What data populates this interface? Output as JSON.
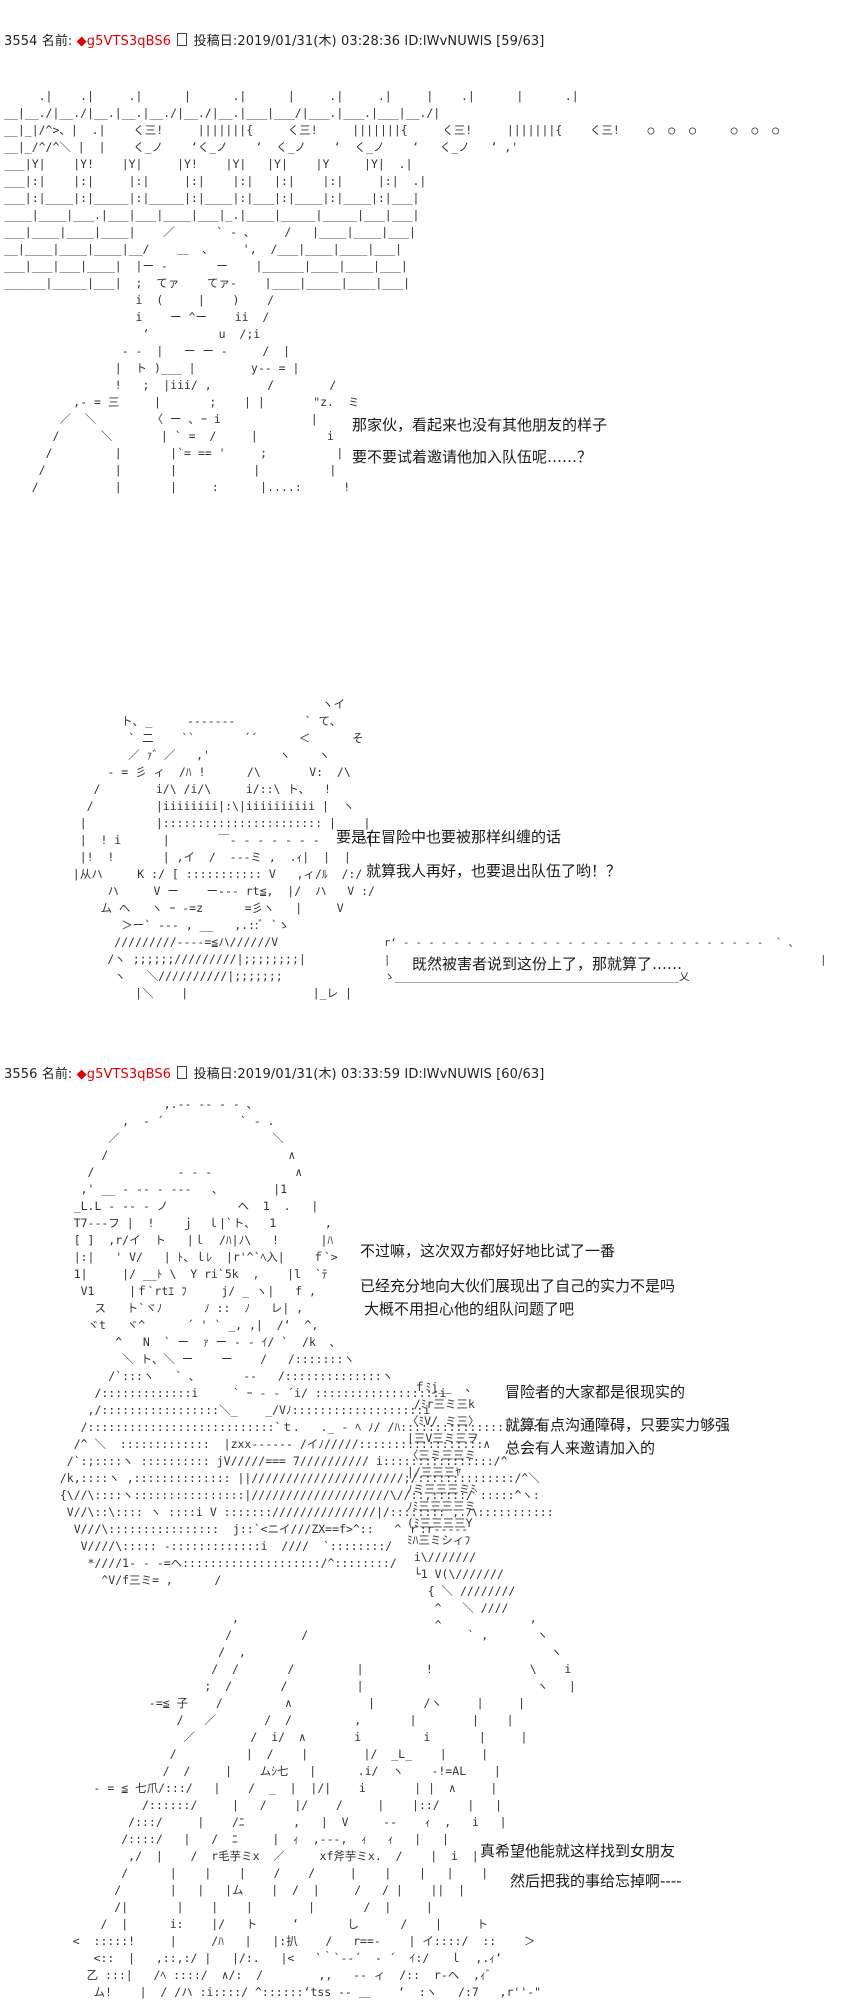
{
  "posts": [
    {
      "number": "3554",
      "name_label": "名前:",
      "trip_mark": "◆",
      "trip": "g5VTS3qBS6",
      "date_label": "投稿日:",
      "date": "2019/01/31(木) 03:28:36",
      "id": "ID:lWvNUWlS",
      "counter": "[59/63]",
      "art": [
        "     .|    .|     .|      |      .|      |     .|     .|     |    .|      |      .|",
        "__|__./|__./|__.|__.|__./|__./|__.|___|___/|___.|___.|___|__./|",
        "__|_|/^>、|  .|    く三!     |||||||{     く三!     |||||||{     く三!     |||||||{    く三!    ○  ○  ○     ○  ○  ○",
        "__|_/^/^＼ |  |    く_ノ    ‘く_ノ    ‘  く_ノ    ‘  く_ノ    ‘   く_ノ   ‘ ,'",
        "___|Y|    |Y!    |Y|     |Y!    |Y|   |Y|    |Y     |Y|  .|",
        "___|:|    |:|     |:|     |:|    |:|   |:|    |:|     |:|  .|",
        "___|:|____|:|_____|:|_____|:|____|:|___|:|____|:|____|:|___|",
        "____|____|___.|___|___|____|___|_.|____|_____|_____|___|___|",
        "___|____|____|____|    ／      ` ‐ ､     /   |____|____|___|",
        "__|____|____|____|__/    ＿  ､     ',  /___|____|____|___|",
        "___|___|___|____|  |ー ‐       ー    |______|____|____|___|",
        "______|_____|___|  ;  てァ    てァ-    |____|_____|____|___|",
        "                   i  (     |    )    /",
        "                   i    ー ^ー    ii  /",
        "                    ‘          u  /;i",
        "                 - -  |   ー ー ‐     /  |",
        "                |  ト )___ |        y‐‐ = |",
        "                !   ;  |iii/ ,        /        /",
        "          ,- = 三     |       ;    | |       \"z.  ミ",
        "        ／  ＼        〈 ー ､ ｰ i             |",
        "       /      ＼       | ` =  /     |          i",
        "      /         |       |`= == '     ;          |",
        "     /          |       |           |          |",
        "    /           |       |     :      |....:      !"
      ],
      "speech": [
        "那家伙，看起来也没有其他朋友的样子",
        "要不要试着邀请他加入队伍呢……？"
      ]
    },
    {
      "art": [
        "                                       ヽイ",
        "          ト､ _     ‐‐‐‐‐‐‐          ` て､",
        "           ` 二    ``       ´´      ＜      そ",
        "           ／ ｧ゛／   ,'          ヽ    ヽ",
        "        ‐ = 彡 ィ  /ﾊ !      /\\       V:  /\\",
        "      /        i/\\ /i/\\     i/::\\ ト、  !",
        "     /         |iiiiiiii|:\\|iiiiiiiiii |  ヽ",
        "    |          |::::::::::::::::::::::: |    |",
        "    |  ! i      |       ￣‐ ‐ ‐ ‐ ‐ ‐ ‐      ﾍ|   !",
        "    |!  !       | ,イ  /  ‐‐‐ミ ,  .ｨ|  |  |",
        "   |从ハ     K :/ [ ::::::::::: V   ,ィ/ﾙ  /:/",
        "        ハ     V ー    ー‐‐‐ rt≦,  |/  ハ   V :/",
        "       ム ヘ   ヽ ｰ ‐=z      =彡ヽ   |     V",
        "          ＞ー` ‐‐‐ , __   ,.::ﾞ `ゝ",
        "         /////////‐‐‐‐=≦ハ//////V",
        "        /ヽ ;;;;;;/////////|;;;;;;;;|",
        "         ヽ   ＼//////////|;;;;;;;",
        "            |＼    |                  |_レ |"
      ],
      "speech": [
        "要是在冒险中也要被那样纠缠的话",
        "就算我人再好，也要退出队伍了哟！？"
      ],
      "bubble_text": "既然被害者说到这份上了，那就算了……",
      "bubble_art": [
        "r‘ ‐ ‐ ‐ ‐ ‐ ‐ ‐ ‐ ‐ ‐ ‐ ‐ ‐ ‐ ‐ ‐ ‐ ‐ ‐ ‐ ‐ ‐ ‐ ‐ ‐ ‐ ‐ ‐ ‐  ` ､",
        "|                                                                    |",
        "ゝ_____________________________________________乂"
      ]
    },
    {
      "number": "3556",
      "name_label": "名前:",
      "trip_mark": "◆",
      "trip": "g5VTS3qBS6",
      "date_label": "投稿日:",
      "date": "2019/01/31(木) 03:33:59",
      "id": "ID:lWvNUWlS",
      "counter": "[60/63]",
      "art": [
        "                 ,.-‐ ‐‐ ‐ ‐ ､",
        "           ,  ‐ ´           ` ‐ .",
        "         ／                      ＼",
        "        /                          ∧",
        "      /            ‐ ‐ ‐            ∧",
        "     ,' __ - ‐‐ ‐ ‐‐‐   ､        |1",
        "    _L.L ‐ ‐‐ ‐ ノ          ヘ  1  .   |",
        "    T7‐‐‐フ |  !    ｊ  ｌ|`ト、  1       ,",
        "    [ ]  ,r/イ  ト   |ｌ  /ﾊ|ﾉ\\   !      |ﾊ",
        "    |:|   ' V/   | ﾄ、ｌﾚ  |r'^`ﾍ入|    ｆ`>",
        "    1|     |/ __ﾄ \\  Y ri`5k  ,    |l  `ﾃ",
        "     V1     |ｆ`rtｴ ﾌ     j/ _ ヽ|   f ,",
        "       ス   ト`ヾﾉ      ﾉ ::  ﾉ   レ| ,",
        "      ヾt   ヾ^      ´ ' ` _, ,|  /‘  ^,",
        "          ^   N  ` ー  ｧ ー ‐ ‐ ｲ/ `  /k  ､",
        "           ＼ ト、＼ ー    ー    /   /:::::::ヽ",
        "         /`:::ヽ   ` ､       ‐‐   /::::::::::::::ヽ",
        "       /:::::::::::::i     ` ｰ ‐ ‐ ´i/ ::::::::::::::::::i",
        "      ,/:::::::::::::::::＼_    _/Vﾉ:::::::::::::::::::i",
        "     /:::::::::::::::::::::::::::`ｔ.   ._ ‐ ﾍ ﾉ/ /ﾊ::::::::::::::::::::i",
        "    /^ ＼  :::::::::::::  |zxx‐‐‐‐‐‐ /イﾉ/////::::::::::::::::::∧",
        "   /`:;::::ヽ :::::::::: jV/////=== 7////////// i::::::::::::::::/^",
        "  /k,::::ヽ ,:::::::::::::: ||//////////////////////;/::::::::::::::/^＼",
        "  {\\//\\::::ヽ::::::::::::::::|////////////////////\\//::,:::::/`:::::^ヽ:",
        "   V//\\::\\:::: ヽ ::::i V :::::::///////////////|/:::::::: ,.ハ:::::::::::",
        "    V///\\::::::::::::::::  j::`<ニイ///ZX==f>^::   ^ ｒ:r‐‐‐‐‐",
        "     V////\\::::: ‐:::::::::::::i  ////  `::::::::/ ",
        "      *////1‐ ‐ ‐=ヘ::::::::::::::::::::/^::::::::/",
        "        ^V/f三ミ= ,      /"
      ],
      "hand_art": [
        "  ｆﾐj__  ､",
        "  /ﾐr三ミ三k",
        " 〈ﾐV/ ミ三〉",
        " |三V三ミ三ヲ",
        " 〈三ミ三三ミ",
        " |/三三三ﾔ",
        " ﾉミ三三三ミﾐ",
        " ﾉﾐ三三三三ミ",
        " (ﾐ三三三三Y",
        " ﾐﾊ三ミシィﾌ",
        "  i\\///////",
        "  └1 V(\\///////",
        "    { ＼ ////////",
        "     ^   ＼ ////",
        "     ^"
      ],
      "speech_a": [
        "不过嘛，这次双方都好好地比试了一番",
        "已经充分地向大伙们展现出了自己的实力不是吗",
        " 大概不用担心他的组队问题了吧"
      ],
      "speech_b": [
        "冒险者的大家都是很现实的",
        "就算有点沟通障碍，只要实力够强",
        "总会有人来邀请加入的"
      ]
    },
    {
      "art": [
        "                          ,                                          ,",
        "                         /          /                       ` ,       ヽ",
        "                        /  ,                                            ヽ",
        "                       /  /       /         |         !              \\    i",
        "                      ;  /       /          |                         ヽ   |",
        "              ‐=≦ 子    /         ∧           |       /ヽ     |     |",
        "                  /   ／       /  /         ,       |        |    |",
        "                   ／        /  i/  ∧       i         i       |     |",
        "                 /          |  /    |        |/  _L_    |     |",
        "                /  /     |    ムｼ七   |      .i/  ヽ    ‐!=AL    |",
        "      ‐ = ≦ 七爪/:::/   |    /  _  |  |/|    i       | |  ∧     |",
        "             /::::::/     |   /    |/    /     |    |::/    |   |",
        "           /:::/     |    /ﾆ       ,   |  V     ‐‐    ｨ  ,   i   |",
        "          /::::/   |   /  ﾆ     |  ｨ  ,‐‐‐,  ｨ   ｨ   |   |",
        "           ,/  |    /  r毛芋ミx  ／     xf斧芋ミx.  /    |  i  |",
        "          /      |    |    |    /    /     |    |    |   |    |",
        "         /       |   |   |ム    |  /  |     /   / |    ||  |",
        "         /|       |    |    |        |       /  |     |",
        "       /  |      i:    |/   ト     ‘       し      /    |     ト",
        "   <  :::::!     |     /ﾊ   |   |:扒    /   r==‐    | イ::::/  ::    ＞",
        "      <::  |   ,::,:/ |   |/:.   |<   `｀`‐‐´  ‐ ´  ｲ:/   ｌ  ,.ｨ‘",
        "     乙 :::|   /ﾍ ::::/  ∧/:  /        ,,   ‐‐ ィ  /::  r‐ヘ  ,ｨﾞ",
        "      ム!    |  / /ハ :i::::/ ^::::::‘tss ‐‐ ＿    ‘  :ヽ   /:7   ,r''‐\""
      ],
      "speech": [
        "真希望他能就这样找到女朋友",
        "然后把我的事给忘掉啊‐‐‐‐"
      ]
    }
  ]
}
